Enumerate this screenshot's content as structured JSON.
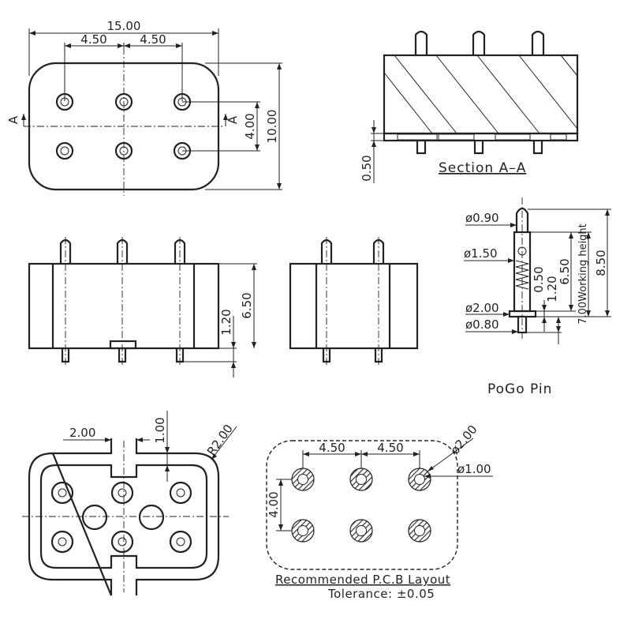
{
  "top_view": {
    "width_dim": "15.00",
    "pitch_left": "4.50",
    "pitch_right": "4.50",
    "row_pitch": "4.00",
    "height_dim": "10.00",
    "section_marker_left": "A",
    "section_marker_right": "A"
  },
  "section_view": {
    "title": "Section A–A",
    "base_dim": "0.50"
  },
  "front_view": {
    "dim_short": "1.20",
    "dim_height": "6.50"
  },
  "pogo_pin": {
    "title": "PoGo Pin",
    "tip_diameter": "ø0.90",
    "barrel_diameter": "ø1.50",
    "flange_diameter": "ø2.00",
    "tail_diameter": "ø0.80",
    "stroke": "0.50",
    "tail_length": "1.20",
    "body_length": "6.50",
    "working_height": "7.00Working height",
    "total_length": "8.50"
  },
  "bottom_view": {
    "slot_width": "2.00",
    "slot_depth": "1.00",
    "corner_radius": "R2.00"
  },
  "pcb_layout": {
    "title": "Recommended P.C.B Layout",
    "tolerance": "Tolerance: ±0.05",
    "pitch_left": "4.50",
    "pitch_right": "4.50",
    "row_pitch": "4.00",
    "pad_diameter": "ø2.00",
    "hole_diameter": "ø1.00"
  },
  "colors": {
    "line": "#222222",
    "background": "#ffffff",
    "pad_fill": "#9a9a9a"
  }
}
